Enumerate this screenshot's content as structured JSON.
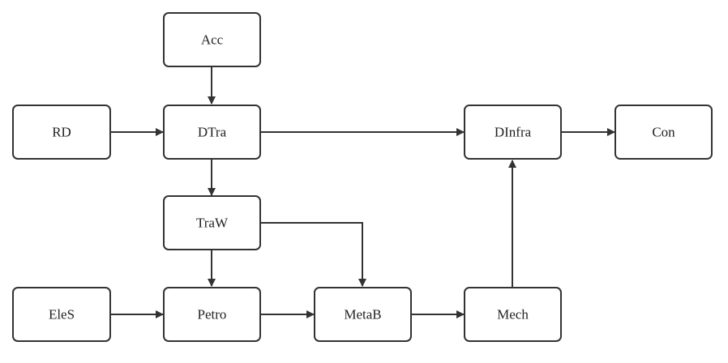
{
  "diagram": {
    "nodes": {
      "acc": {
        "label": "Acc"
      },
      "rd": {
        "label": "RD"
      },
      "dtra": {
        "label": "DTra"
      },
      "dinfra": {
        "label": "DInfra"
      },
      "con": {
        "label": "Con"
      },
      "traw": {
        "label": "TraW"
      },
      "eles": {
        "label": "EleS"
      },
      "petro": {
        "label": "Petro"
      },
      "metab": {
        "label": "MetaB"
      },
      "mech": {
        "label": "Mech"
      }
    },
    "edges": [
      {
        "from": "Acc",
        "to": "DTra"
      },
      {
        "from": "RD",
        "to": "DTra"
      },
      {
        "from": "DTra",
        "to": "DInfra"
      },
      {
        "from": "DInfra",
        "to": "Con"
      },
      {
        "from": "DTra",
        "to": "TraW"
      },
      {
        "from": "TraW",
        "to": "Petro"
      },
      {
        "from": "TraW",
        "to": "MetaB"
      },
      {
        "from": "EleS",
        "to": "Petro"
      },
      {
        "from": "Petro",
        "to": "MetaB"
      },
      {
        "from": "MetaB",
        "to": "Mech"
      },
      {
        "from": "Mech",
        "to": "DInfra"
      }
    ],
    "colors": {
      "stroke": "#333333",
      "fill": "#ffffff",
      "text": "#222222"
    }
  }
}
